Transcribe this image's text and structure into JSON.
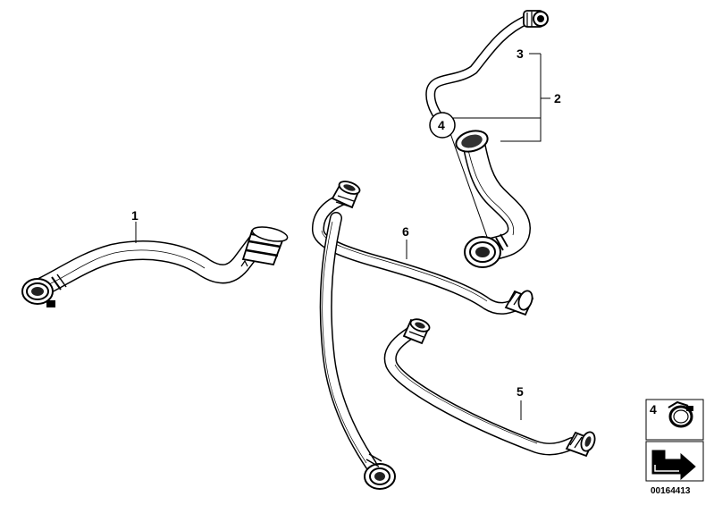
{
  "callouts": {
    "p1": "1",
    "p2": "2",
    "p3": "3",
    "p4": "4",
    "p5": "5",
    "p6": "6"
  },
  "legend": {
    "clamp_label": "4",
    "doc_number": "00164413"
  },
  "icons": {
    "clamp": "hose-clamp-icon",
    "arrow": "direction-arrow-icon"
  }
}
